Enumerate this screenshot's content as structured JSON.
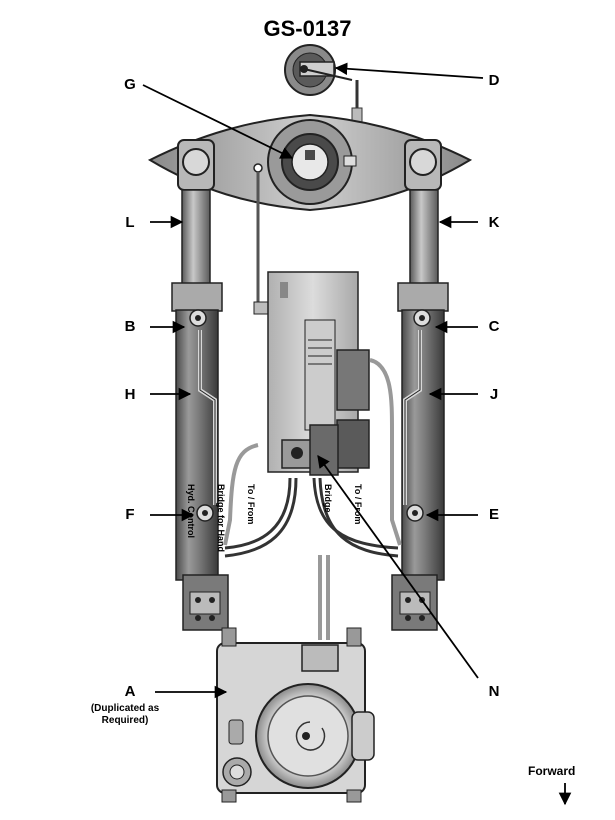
{
  "diagram": {
    "title": "GS-0137",
    "callouts": {
      "a": "A",
      "b": "B",
      "c": "C",
      "d": "D",
      "e": "E",
      "f": "F",
      "g": "G",
      "h": "H",
      "j": "J",
      "k": "K",
      "l": "L",
      "n": "N"
    },
    "a_note": [
      "(Duplicated as",
      "Required)"
    ],
    "hand_control_note": [
      "To / From",
      "Bridge for Hand",
      "Hyd. Control"
    ],
    "bridge_note": [
      "To / From",
      "Bridge"
    ],
    "forward_label": "Forward"
  }
}
